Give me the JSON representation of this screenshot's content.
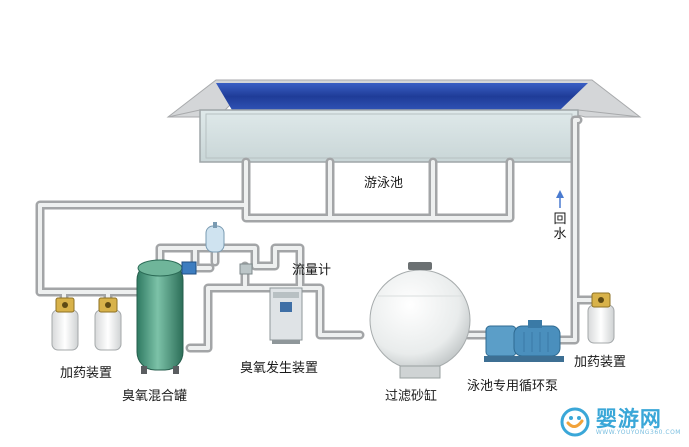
{
  "labels": {
    "pool": "游泳池",
    "return_water": "回水",
    "flow_meter": "流量计",
    "dosing_left": "加药装置",
    "dosing_right": "加药装置",
    "ozone_tank": "臭氧混合罐",
    "ozone_generator": "臭氧发生装置",
    "sand_filter": "过滤砂缸",
    "pump": "泳池专用循环泵"
  },
  "watermark": {
    "name": "婴游网",
    "url": "WWW.YOUYONG360.COM"
  },
  "colors": {
    "pipe": "#d9dadb",
    "pipe_edge": "#a9abad",
    "water": "#2c4aa8",
    "tank": "#4f9e84",
    "deck": "#c7c9cb",
    "brand": "#3aa7d8"
  }
}
